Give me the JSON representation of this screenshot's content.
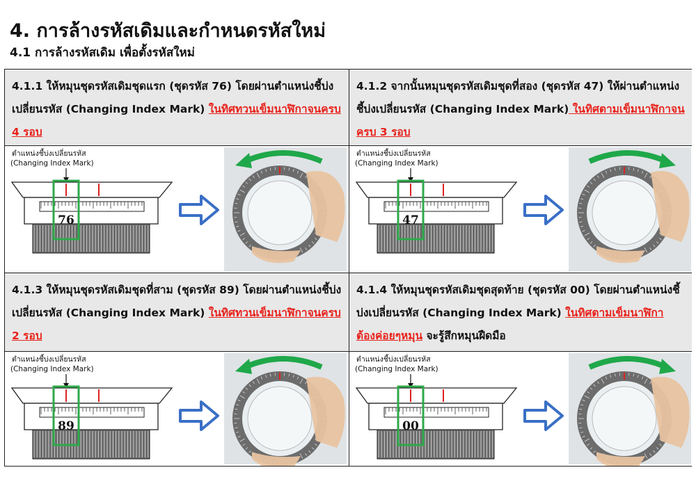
{
  "title": "4. การล้างรหัสเดิมและกำหนดรหัสใหม่",
  "subtitle": "4.1 การล้างรหัสเดิม เพื่อตั้งรหัสใหม่",
  "mark_label_th": "ตำแหน่งชี้บ่งเปลี่ยนรหัส",
  "mark_label_en": "(Changing Index Mark)",
  "steps": [
    {
      "text_pre": "4.1.1 ให้หมุนชุดรหัสเดิมชุดแรก (ชุดรหัส 76) โดยผ่านตำแหน่งชี้บ่งเปลี่ยนรหัส (Changing Index Mark) ",
      "text_red": "ในทิศทวนเข็มนาฬิกาจนครบ 4 รอบ",
      "text_post": "",
      "code": "76",
      "direction": "counter-clockwise",
      "arrow_color": "#1fa84a"
    },
    {
      "text_pre": "4.1.2 จากนั้นหมุนชุดรหัสเดิมชุดที่สอง (ชุดรหัส 47) ให้ผ่านตำแหน่งชี้บ่งเปลี่ยนรหัส (Changing Index Mark)",
      "text_red": " ในทิศตามเข็มนาฬิกาจนครบ 3 รอบ",
      "text_post": "",
      "code": "47",
      "direction": "clockwise",
      "arrow_color": "#1fa84a"
    },
    {
      "text_pre": "4.1.3 ให้หมุนชุดรหัสเดิมชุดที่สาม (ชุดรหัส 89) โดยผ่านตำแหน่งชี้บ่งเปลี่ยนรหัส (Changing Index Mark) ",
      "text_red": "ในทิศทวนเข็มนาฬิกาจนครบ 2 รอบ",
      "text_post": "",
      "code": "89",
      "direction": "counter-clockwise",
      "arrow_color": "#1fa84a"
    },
    {
      "text_pre": "4.1.4 ให้หมุนชุดรหัสเดิมชุดสุดท้าย (ชุดรหัส 00) โดยผ่านตำแหน่งชี้บ่งเปลี่ยนรหัส (Changing Index Mark) ",
      "text_red": "ในทิศตามเข็มนาฬิกา ต้องค่อยๆหมุน",
      "text_post": " จะรู้สึกหมุนฝืดมือ",
      "code": "00",
      "direction": "clockwise",
      "arrow_color": "#1fa84a"
    }
  ],
  "colors": {
    "highlight_box": "#2eaa4a",
    "blue_arrow": "#3a6fc6",
    "red_text": "#e8221c",
    "text_cell_bg": "#e8e8e8"
  }
}
